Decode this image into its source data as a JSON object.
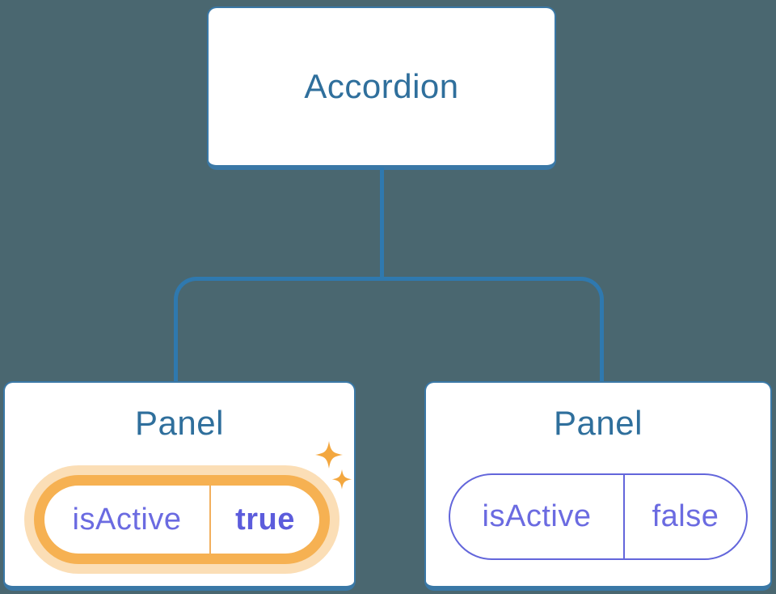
{
  "colors": {
    "background": "#4A6770",
    "box_border": "#3A78A6",
    "blue_text": "#2F6F9C",
    "connector": "#2F79AF",
    "purple_text": "#6B6BE1",
    "purple_value_bold": "#5C5CDC",
    "orange_border": "#F6B152",
    "orange_glow": "rgba(246,177,82,0.42)",
    "sparkle": "#F3A73F"
  },
  "tree": {
    "root": {
      "label": "Accordion"
    },
    "children": [
      {
        "label": "Panel",
        "prop": {
          "name": "isActive",
          "value": "true"
        },
        "highlighted": true,
        "icon": "sparkle-icon"
      },
      {
        "label": "Panel",
        "prop": {
          "name": "isActive",
          "value": "false"
        },
        "highlighted": false
      }
    ]
  }
}
